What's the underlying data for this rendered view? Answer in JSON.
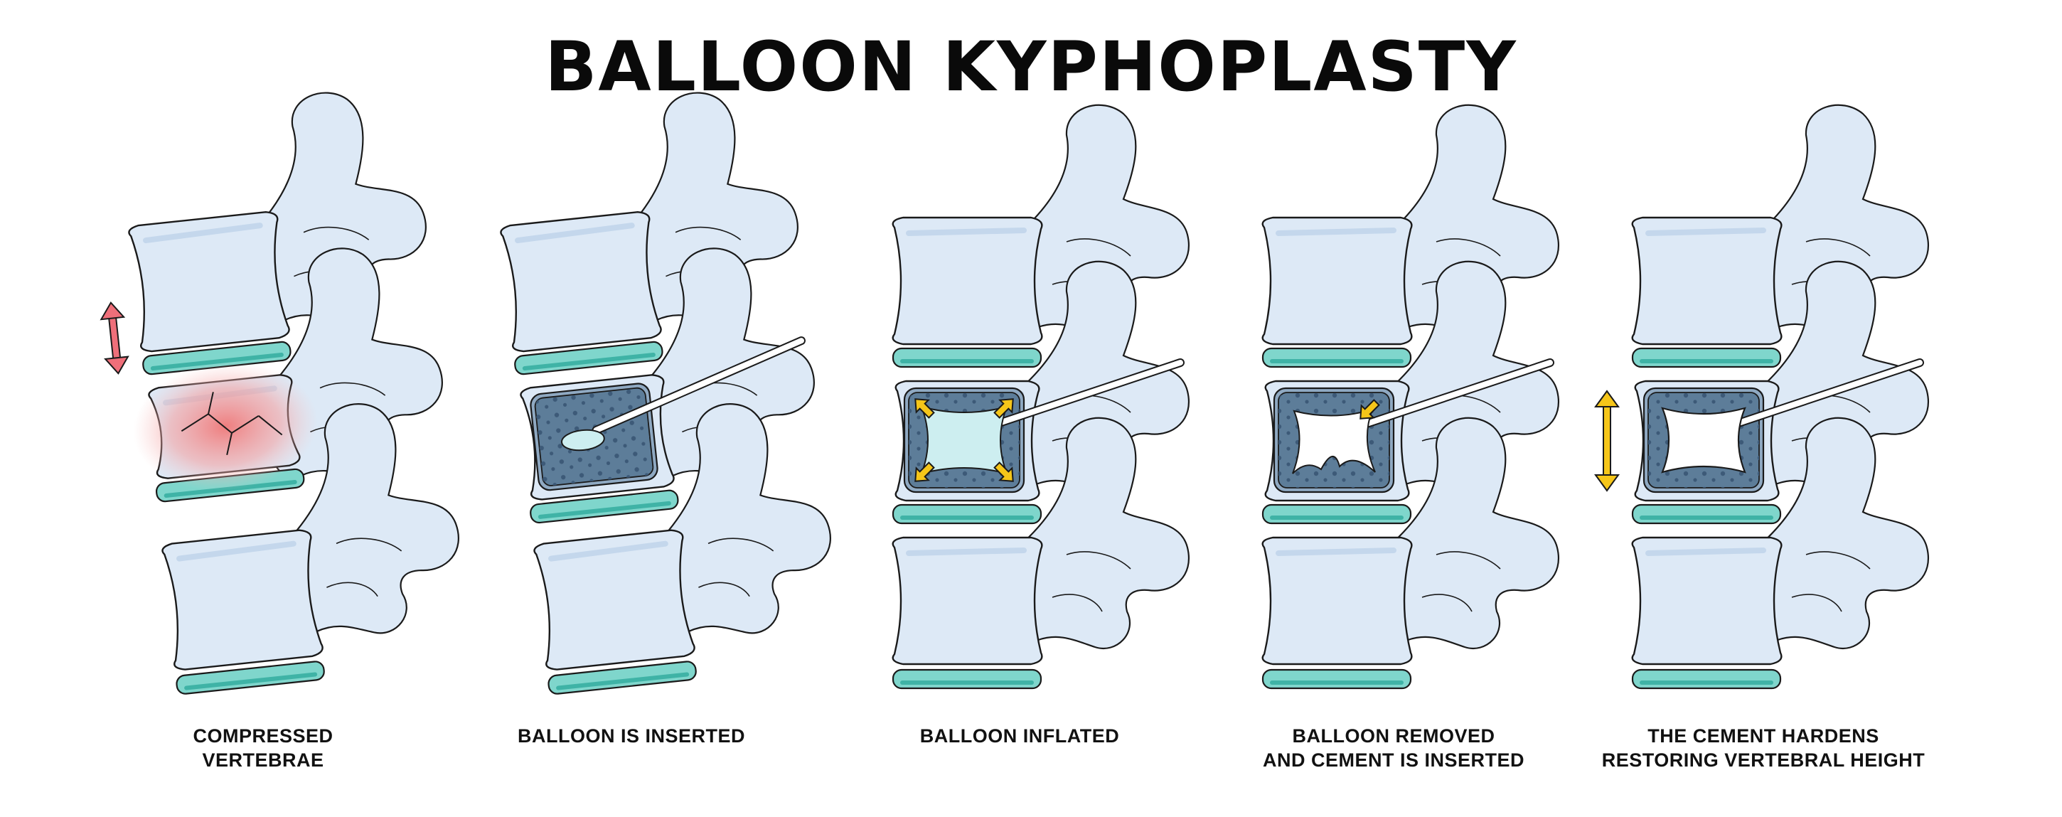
{
  "title": "BALLOON KYPHOPLASTY",
  "colors": {
    "bone": "#dde9f6",
    "bone_shadow": "#c4d7ec",
    "disc": "#7fd6cc",
    "disc_dark": "#3fb3a6",
    "sponge": "#5d7d99",
    "balloon": "#cdeef0",
    "cement": "#ffffff",
    "pain": "#f08888",
    "arrow_red": "#ef6f7a",
    "arrow_yellow": "#f6c619"
  },
  "steps": [
    {
      "line1": "COMPRESSED",
      "line2": "VERTEBRAE",
      "state": "compressed"
    },
    {
      "line1": "BALLOON IS INSERTED",
      "line2": "",
      "state": "inserted"
    },
    {
      "line1": "BALLOON INFLATED",
      "line2": "",
      "state": "inflated"
    },
    {
      "line1": "BALLOON REMOVED",
      "line2": "AND CEMENT IS INSERTED",
      "state": "cement"
    },
    {
      "line1": "THE CEMENT HARDENS",
      "line2": "RESTORING VERTEBRAL HEIGHT",
      "state": "hardened"
    }
  ]
}
